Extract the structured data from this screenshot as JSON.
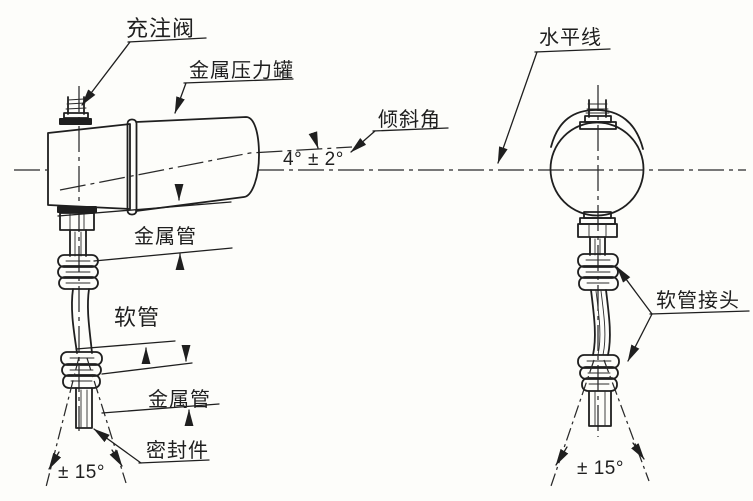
{
  "colors": {
    "ink": "#1f1f1f",
    "paper": "#fdfdfa"
  },
  "views": {
    "side": {
      "fill_valve": "充注阀",
      "tank": "金属压力罐",
      "tilt_angle": "倾斜角",
      "tilt_angle_value": "4° ± 2°",
      "metal_tube_upper": "金属管",
      "hose": "软管",
      "metal_tube_lower": "金属管",
      "seal": "密封件",
      "swing_angle": "± 15°"
    },
    "end": {
      "horizontal_line": "水平线",
      "hose_connector": "软管接头",
      "swing_angle": "± 15°"
    }
  }
}
